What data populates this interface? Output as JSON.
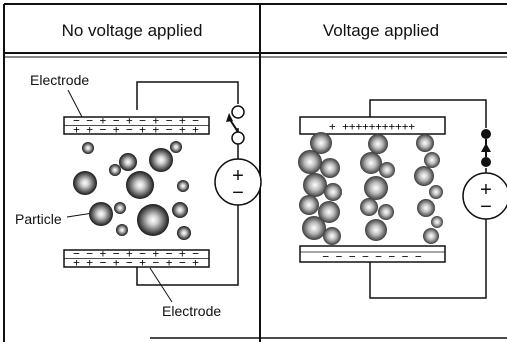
{
  "panels": {
    "left_header": "No voltage applied",
    "right_header": "Voltage applied"
  },
  "labels": {
    "electrode_top": "Electrode",
    "electrode_bottom": "Electrode",
    "particle": "Particle"
  },
  "electrodes": {
    "left_top_row1": "− − + − + − + − + −",
    "left_top_row2": "+ + − + − + + − + +",
    "left_bottom_row1": "− − + − + − + − + −",
    "left_bottom_row2": "+ + − + − + − + − +",
    "right_top": "+ +++++++++++",
    "right_bottom": "− − − − − − − −"
  },
  "battery": {
    "positive": "+",
    "negative": "−"
  }
}
